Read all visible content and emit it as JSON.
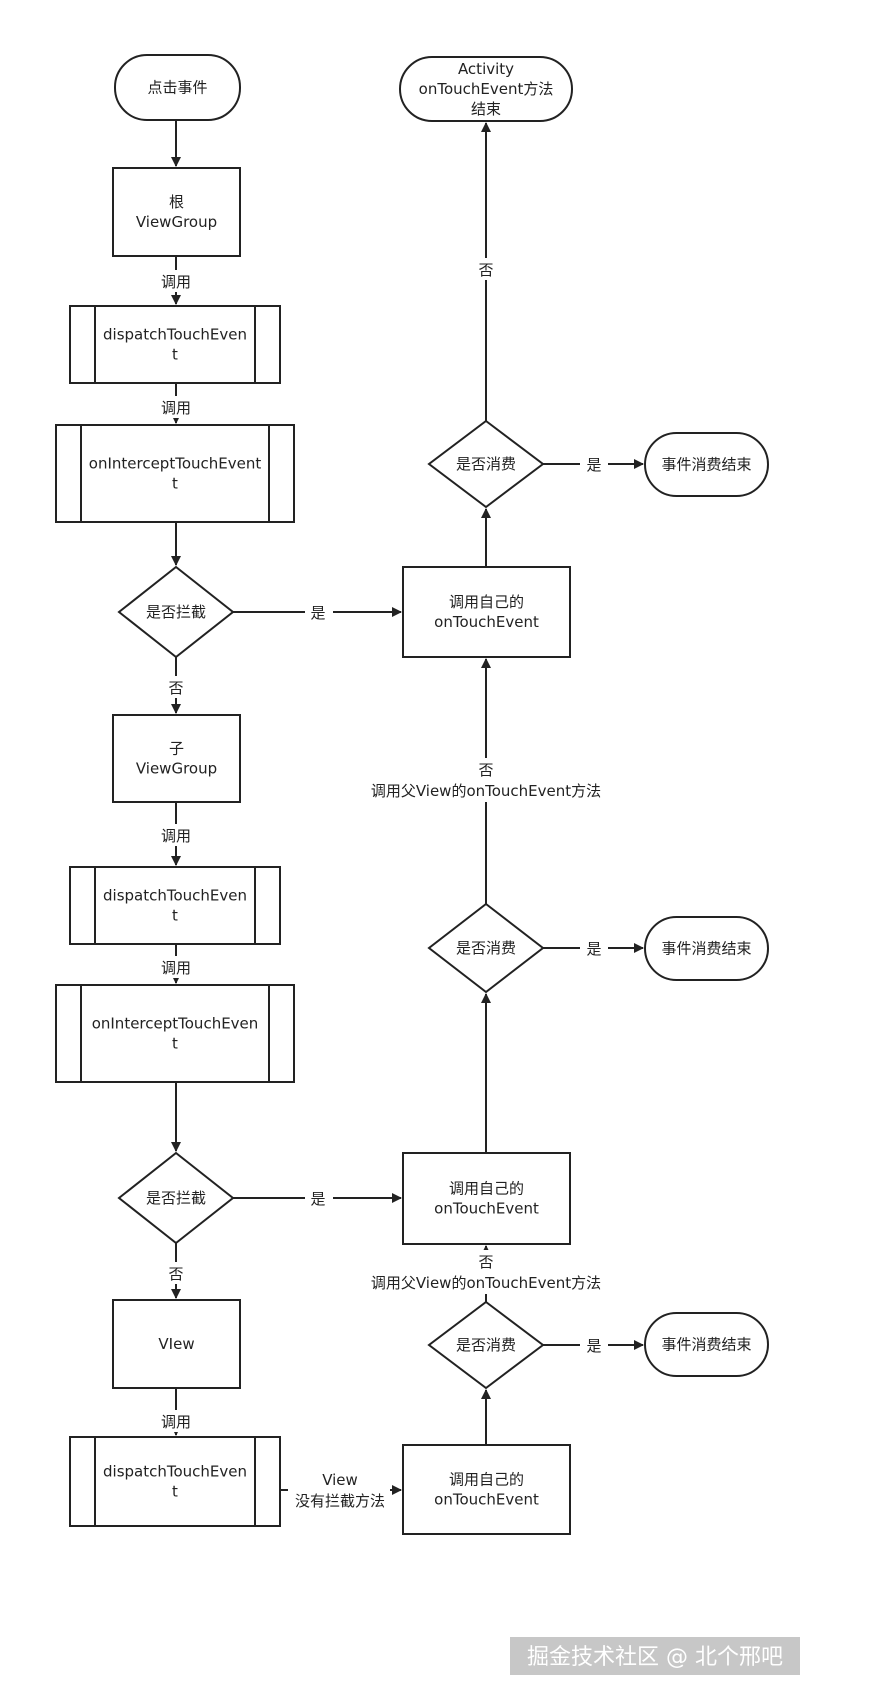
{
  "nodes": {
    "start": {
      "lines": [
        "点击事件"
      ]
    },
    "root_viewgroup": {
      "lines": [
        "根",
        "ViewGroup"
      ]
    },
    "dispatch_1": {
      "lines": [
        "dispatchTouchEven",
        "t"
      ]
    },
    "intercept_1": {
      "lines": [
        "onInterceptTouchEvent",
        "t"
      ]
    },
    "decision_intercept_1": {
      "lines": [
        "是否拦截"
      ]
    },
    "child_viewgroup": {
      "lines": [
        "子",
        "ViewGroup"
      ]
    },
    "dispatch_2": {
      "lines": [
        "dispatchTouchEven",
        "t"
      ]
    },
    "intercept_2": {
      "lines": [
        "onInterceptTouchEven",
        "t"
      ]
    },
    "decision_intercept_2": {
      "lines": [
        "是否拦截"
      ]
    },
    "view": {
      "lines": [
        "VIew"
      ]
    },
    "dispatch_3": {
      "lines": [
        "dispatchTouchEven",
        "t"
      ]
    },
    "self_touch_1": {
      "lines": [
        "调用自己的",
        "onTouchEvent"
      ]
    },
    "decision_consume_1": {
      "lines": [
        "是否消费"
      ]
    },
    "end_1": {
      "lines": [
        "事件消费结束"
      ]
    },
    "activity_end": {
      "lines": [
        "Activity",
        "onTouchEvent方法",
        "结束"
      ]
    },
    "self_touch_2": {
      "lines": [
        "调用自己的",
        "onTouchEvent"
      ]
    },
    "decision_consume_2": {
      "lines": [
        "是否消费"
      ]
    },
    "end_2": {
      "lines": [
        "事件消费结束"
      ]
    },
    "self_touch_3": {
      "lines": [
        "调用自己的",
        "onTouchEvent"
      ]
    },
    "decision_consume_3": {
      "lines": [
        "是否消费"
      ]
    },
    "end_3": {
      "lines": [
        "事件消费结束"
      ]
    }
  },
  "edge_labels": {
    "call": "调用",
    "yes": "是",
    "no": "否",
    "call_parent_line1": "否",
    "call_parent_line2": "调用父View的onTouchEvent方法",
    "view_no_intercept_line1": "View",
    "view_no_intercept_line2": "没有拦截方法"
  },
  "watermark": {
    "text": "掘金技术社区 @ 北个邢吧"
  },
  "colors": {
    "stroke": "#222222",
    "text": "#222222",
    "background": "#ffffff"
  }
}
